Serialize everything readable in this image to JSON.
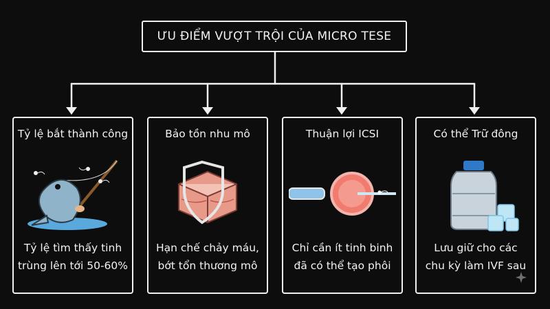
{
  "title": "ƯU ĐIỂM VƯỢT TRỘI CỦA MICRO TESE",
  "cards": [
    {
      "heading": "Tỷ lệ bắt thành công",
      "body_line1": "Tỷ lệ tìm thấy tinh",
      "body_line2": "trùng lên tới  50-60%",
      "icon": "fishing-fish-icon"
    },
    {
      "heading": "Bảo tồn nhu mô",
      "body_line1": "Hạn chế chảy máu,",
      "body_line2": "bớt tổn thương mô",
      "icon": "tissue-shield-icon"
    },
    {
      "heading": "Thuận lợi ICSI",
      "body_line1": "Chỉ cần ít tinh binh",
      "body_line2": "đã có thể tạo phôi",
      "icon": "icsi-egg-icon"
    },
    {
      "heading": "Có thể Trữ đông",
      "body_line1": "Lưu giữ cho các",
      "body_line2": "chu kỳ làm IVF sau",
      "icon": "cryo-tank-icon"
    }
  ],
  "colors": {
    "background": "#0d0d0d",
    "line": "#f0f0f0",
    "water": "#5aa9dc",
    "fish": "#8fb3c9",
    "tissue": "#e89a8a",
    "egg": "#f07b6e",
    "tank": "#c9d3dc",
    "tank_cap": "#2f79c8",
    "ice": "#bfe6f5"
  }
}
